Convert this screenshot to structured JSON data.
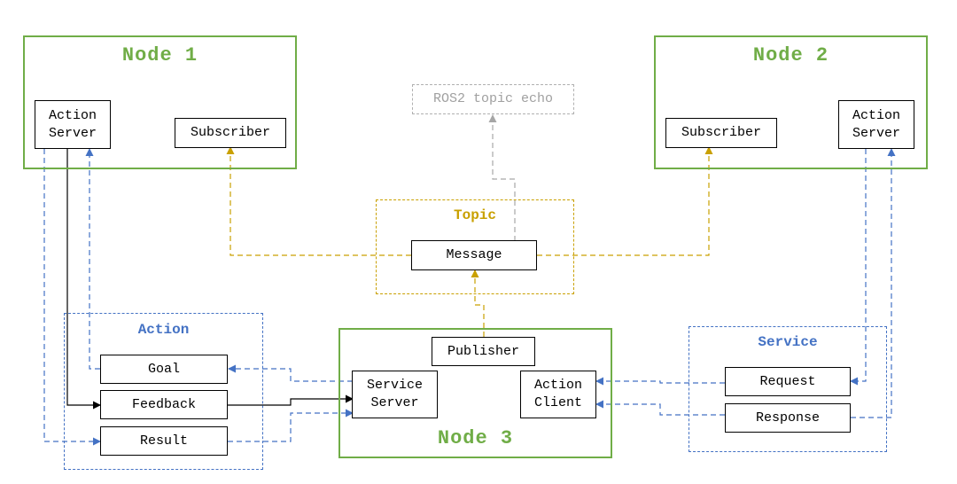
{
  "colors": {
    "node_green": "#70ad47",
    "action_service_blue": "#4472c4",
    "topic_orange": "#c9a000",
    "echo_gray": "#a6a6a6",
    "solid_black": "#000000"
  },
  "node1": {
    "title": "Node 1",
    "action_server": "Action\nServer",
    "subscriber": "Subscriber"
  },
  "node2": {
    "title": "Node 2",
    "subscriber": "Subscriber",
    "action_server": "Action\nServer"
  },
  "node3": {
    "title": "Node 3",
    "publisher": "Publisher",
    "service_server": "Service\nServer",
    "action_client": "Action\nClient"
  },
  "topic": {
    "title": "Topic",
    "message": "Message"
  },
  "echo": {
    "label": "ROS2 topic echo"
  },
  "action": {
    "title": "Action",
    "goal": "Goal",
    "feedback": "Feedback",
    "result": "Result"
  },
  "service": {
    "title": "Service",
    "request": "Request",
    "response": "Response"
  }
}
